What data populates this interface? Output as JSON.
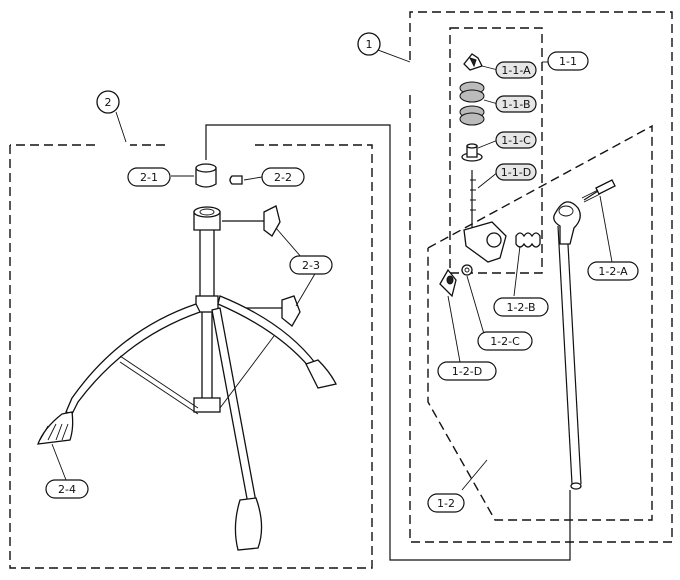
{
  "diagram": {
    "group_numbers": [
      "1",
      "2"
    ],
    "labels": {
      "l_1_1": "1-1",
      "l_1_1_A": "1-1-A",
      "l_1_1_B": "1-1-B",
      "l_1_1_C": "1-1-C",
      "l_1_1_D": "1-1-D",
      "l_1_2": "1-2",
      "l_1_2_A": "1-2-A",
      "l_1_2_B": "1-2-B",
      "l_1_2_C": "1-2-C",
      "l_1_2_D": "1-2-D",
      "l_2_1": "2-1",
      "l_2_2": "2-2",
      "l_2_3": "2-3",
      "l_2_4": "2-4"
    }
  }
}
